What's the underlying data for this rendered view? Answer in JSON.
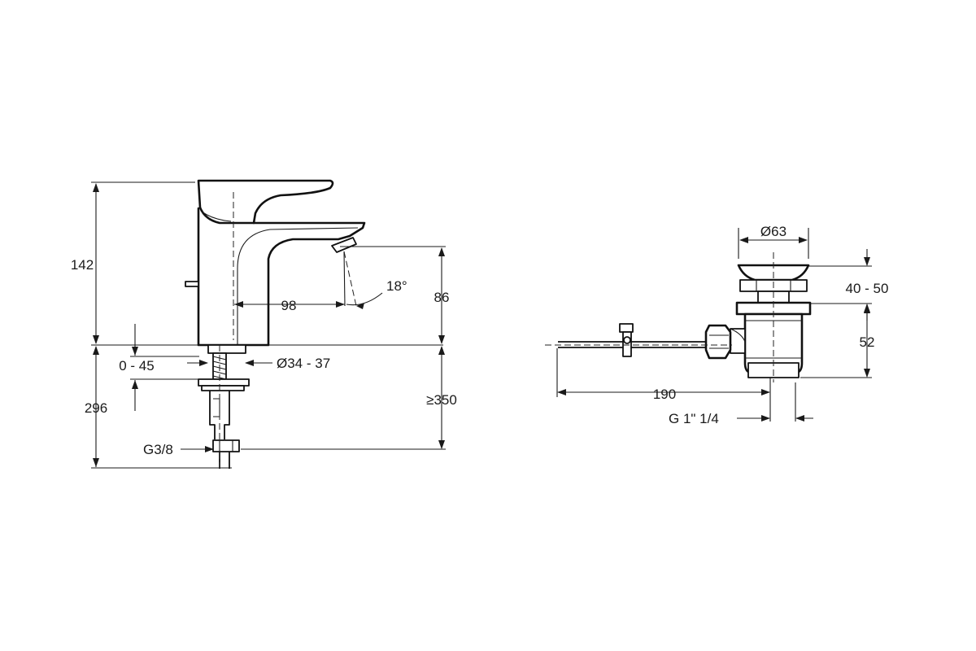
{
  "faucet_dimensions": {
    "total_height": "142",
    "below_deck_length": "296",
    "spout_reach": "98",
    "spout_angle": "18°",
    "spout_height": "86",
    "deck_thickness": "0 - 45",
    "hole_diameter": "Ø34 - 37",
    "min_hose_length": "≥350",
    "inlet_thread": "G3/8"
  },
  "waste_dimensions": {
    "cap_diameter": "Ø63",
    "cap_lift": "40 - 50",
    "body_height": "52",
    "rod_length": "190",
    "outlet_thread": "G 1\" 1/4"
  }
}
